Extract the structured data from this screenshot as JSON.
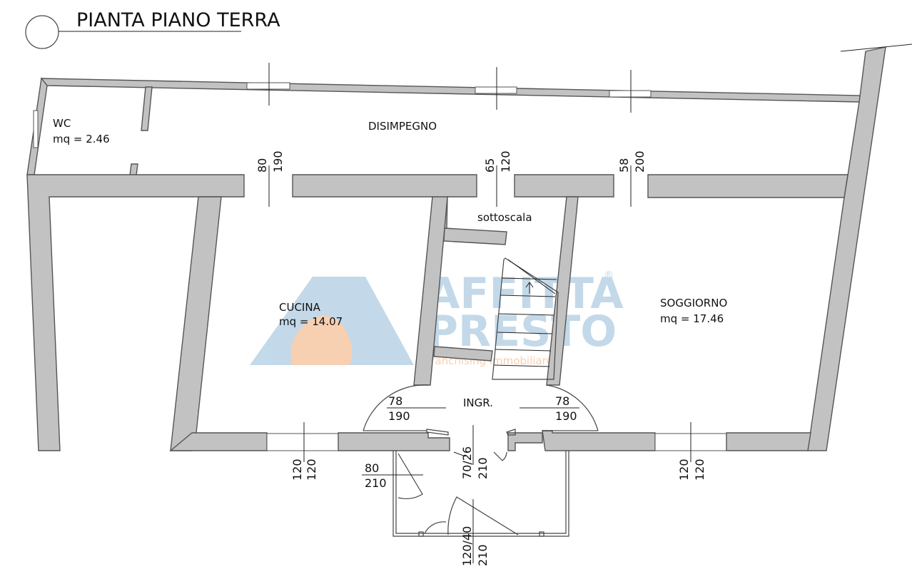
{
  "title": "PIANTA PIANO TERRA",
  "rooms": {
    "wc_name": "WC",
    "wc_area": "mq = 2.46",
    "disimpegno": "DISIMPEGNO",
    "sottoscala": "sottoscala",
    "cucina_name": "CUCINA",
    "cucina_area": "mq = 14.07",
    "soggiorno_name": "SOGGIORNO",
    "soggiorno_area": "mq = 17.46",
    "ingresso": "INGR."
  },
  "openings": {
    "d1_w": "80",
    "d1_h": "190",
    "d2_w": "65",
    "d2_h": "120",
    "d3_w": "58",
    "d3_h": "200",
    "ingr_left_w": "78",
    "ingr_left_h": "190",
    "ingr_right_w": "78",
    "ingr_right_h": "190",
    "win_left_w": "120",
    "win_left_h": "120",
    "entry_w": "70/26",
    "entry_h": "210",
    "win_right_w": "120",
    "win_right_h": "120",
    "porch_w": "80",
    "porch_h": "210",
    "porch2_w": "120/40",
    "porch2_h": "210"
  },
  "watermark": {
    "line1": "AFFITTA",
    "line2": "PRESTO",
    "reg": "®",
    "tagline": "franchising immobiliare"
  },
  "colors": {
    "wall": "#c2c2c2",
    "watermark_blue": "#b9d3e6",
    "watermark_orange": "#f6c7a4"
  }
}
